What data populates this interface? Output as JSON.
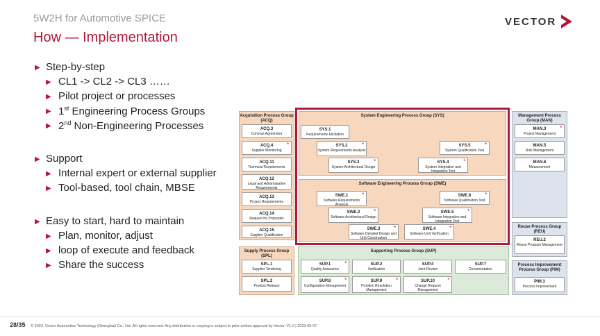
{
  "header": {
    "subtitle": "5W2H for Automotive SPICE",
    "title": "How — Implementation",
    "logo_text": "VECTOR",
    "logo_icon": "chevron-right-icon",
    "accent": "#b3173a"
  },
  "bullets": {
    "step": "Step-by-step",
    "cl": "CL1 -> CL2 -> CL3 ……",
    "pilot": "Pilot project or processes",
    "first_sup": "st",
    "first_rest": " Engineering Process Groups",
    "second_sup": "nd",
    "second_rest": " Non-Engineering Processes",
    "support": "Support",
    "internal": "Internal expert or external supplier",
    "tool": "Tool-based, tool chain, MBSE",
    "easy": "Easy to start, hard to maintain",
    "plan": "Plan, monitor, adjust",
    "loop": "loop of execute and feedback",
    "share": "Share the success"
  },
  "diagram": {
    "acq": {
      "title": "Acquisition Process Group (ACQ)",
      "items": [
        {
          "id": "ACQ.3",
          "name": "Contract Agreement"
        },
        {
          "id": "ACQ.4",
          "name": "Supplier Monitoring"
        },
        {
          "id": "ACQ.11",
          "name": "Technical Requirements"
        },
        {
          "id": "ACQ.12",
          "name": "Legal and Administrative Requirements"
        },
        {
          "id": "ACQ.13",
          "name": "Project Requirements"
        },
        {
          "id": "ACQ.14",
          "name": "Request for Proposals"
        },
        {
          "id": "ACQ.15",
          "name": "Supplier Qualification"
        }
      ]
    },
    "spl": {
      "title": "Supply Process Group (SPL)",
      "items": [
        {
          "id": "SPL.1",
          "name": "Supplier Tendering"
        },
        {
          "id": "SPL.2",
          "name": "Product Release"
        }
      ]
    },
    "sys": {
      "title": "System Engineering Process Group (SYS)",
      "items": [
        {
          "id": "SYS.1",
          "name": "Requirements Elicitation"
        },
        {
          "id": "SYS.2",
          "name": "System Requirements Analysis"
        },
        {
          "id": "SYS.3",
          "name": "System Architectural Design"
        },
        {
          "id": "SYS.4",
          "name": "System Integration and Integration Test"
        },
        {
          "id": "SYS.5",
          "name": "System Qualification Test"
        }
      ]
    },
    "swe": {
      "title": "Software Engineering Process Group (SWE)",
      "items": [
        {
          "id": "SWE.1",
          "name": "Software Requirements Analysis"
        },
        {
          "id": "SWE.2",
          "name": "Software Architectural Design"
        },
        {
          "id": "SWE.3",
          "name": "Software Detailed Design and Unit Construction"
        },
        {
          "id": "SWE.4",
          "name": "Software Unit Verification"
        },
        {
          "id": "SWE.5",
          "name": "Software Integration and Integration Test"
        },
        {
          "id": "SWE.6",
          "name": "Software Qualification Test"
        }
      ]
    },
    "sup": {
      "title": "Supporting Process Group (SUP)",
      "items": [
        {
          "id": "SUP.1",
          "name": "Quality Assurance"
        },
        {
          "id": "SUP.2",
          "name": "Verification"
        },
        {
          "id": "SUP.4",
          "name": "Joint Review"
        },
        {
          "id": "SUP.7",
          "name": "Documentation"
        },
        {
          "id": "SUP.8",
          "name": "Configuration Management"
        },
        {
          "id": "SUP.9",
          "name": "Problem Resolution Management"
        },
        {
          "id": "SUP.10",
          "name": "Change Request Management"
        }
      ]
    },
    "man": {
      "title": "Management Process Group (MAN)",
      "items": [
        {
          "id": "MAN.3",
          "name": "Project Management"
        },
        {
          "id": "MAN.5",
          "name": "Risk Management"
        },
        {
          "id": "MAN.6",
          "name": "Measurement"
        }
      ]
    },
    "reu": {
      "title": "Reuse Process Group (REU)",
      "items": [
        {
          "id": "REU.2",
          "name": "Reuse Program Management"
        }
      ]
    },
    "pim": {
      "title": "Process Improvement Process Group (PIM)",
      "items": [
        {
          "id": "PIM.3",
          "name": "Process Improvement"
        }
      ]
    },
    "star_symbol": "*",
    "highlight_color": "#b3173a"
  },
  "footer": {
    "page": "28/35",
    "text": "© 2023. Vector Automotive Technology (Shanghai) Co., Ltd. All rights reserved. Any distribution or copying is subject to prior written approval by Vector. V1.0 | 2023-05-07"
  }
}
